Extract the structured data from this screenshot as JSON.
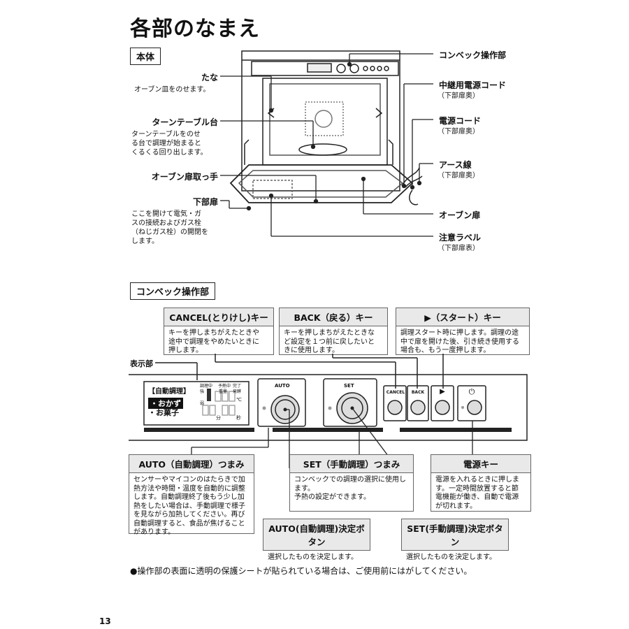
{
  "title": "各部のなまえ",
  "section_body": "本体",
  "section_panel": "コンベック操作部",
  "body_labels": {
    "shelf": "たな",
    "shelf_desc": "オーブン皿をのせます。",
    "turntable": "ターンテーブル台",
    "turntable_desc": [
      "ターンテーブルをのせ",
      "る台で調理が始まると",
      "くるくる回り出します。"
    ],
    "door_handle": "オーブン扉取っ手",
    "lower_door": "下部扉",
    "lower_door_desc": [
      "ここを開けて電気・ガ",
      "スの接続およびガス栓",
      "（ねじガス栓）の開閉を",
      "します。"
    ],
    "control_panel": "コンベック操作部",
    "relay_cord": "中継用電源コード",
    "relay_cord_sub": "（下部扉奥）",
    "power_cord": "電源コード",
    "power_cord_sub": "（下部扉奥）",
    "earth_wire": "アース線",
    "earth_wire_sub": "（下部扉奥）",
    "oven_door": "オーブン扉",
    "caution_label": "注意ラベル",
    "caution_label_sub": "（下部扉表）"
  },
  "panel": {
    "display_label": "表示部",
    "auto_mode": "【自動調理】",
    "menu1": "・おかず",
    "menu2": "・お菓子",
    "status_small": [
      "調理中",
      "予熱中",
      "完了",
      "強",
      "弱",
      "発酵",
      "重量"
    ],
    "auto_knob": "AUTO",
    "set_knob": "SET",
    "btn_cancel": "CANCEL",
    "btn_back": "BACK",
    "btn_start": "▶",
    "btn_power": "⏻",
    "unit_min": "分",
    "unit_sec": "秒",
    "unit_c": "℃"
  },
  "boxes": {
    "cancel": {
      "head": "CANCEL(とりけし)キー",
      "body": [
        "キーを押しまちがえたときや",
        "途中で調理をやめたいときに",
        "押します。"
      ]
    },
    "back": {
      "head": "BACK（戻る）キー",
      "body": [
        "キーを押しまちがえたときな",
        "ど設定を１つ前に戻したいと",
        "きに使用します。"
      ]
    },
    "start": {
      "head": "▶（スタート）キー",
      "body": [
        "調理スタート時に押します。調理の途",
        "中で扉を開けた後、引き続き使用する",
        "場合も、もう一度押します。"
      ]
    },
    "auto_knob": {
      "head": "AUTO（自動調理）つまみ",
      "body": [
        "センサーやマイコンのはたらきで加",
        "熱方法や時間・温度を自動的に調整",
        "します。自動調理終了後もう少し加",
        "熱をしたい場合は、手動調理で様子",
        "を見ながら加熱してください。再び",
        "自動調理すると、食品が焦げること",
        "があります。"
      ]
    },
    "set_knob": {
      "head": "SET（手動調理）つまみ",
      "body": [
        "コンベックでの調理の選択に使用し",
        "ます。",
        "予熱の設定ができます。"
      ]
    },
    "power_key": {
      "head": "電源キー",
      "body": [
        "電源を入れるときに押しま",
        "す。一定時間放置すると節",
        "電機能が働き、自動で電源",
        "が切れます。"
      ]
    },
    "auto_ok": {
      "head": "AUTO(自動調理)決定ボタン",
      "body": [
        "選択したものを決定します。"
      ]
    },
    "set_ok": {
      "head": "SET(手動調理)決定ボタン",
      "body": [
        "選択したものを決定します。"
      ]
    }
  },
  "note": "●操作部の表面に透明の保護シートが貼られている場合は、ご使用前にはがしてください。",
  "page_number": "13"
}
